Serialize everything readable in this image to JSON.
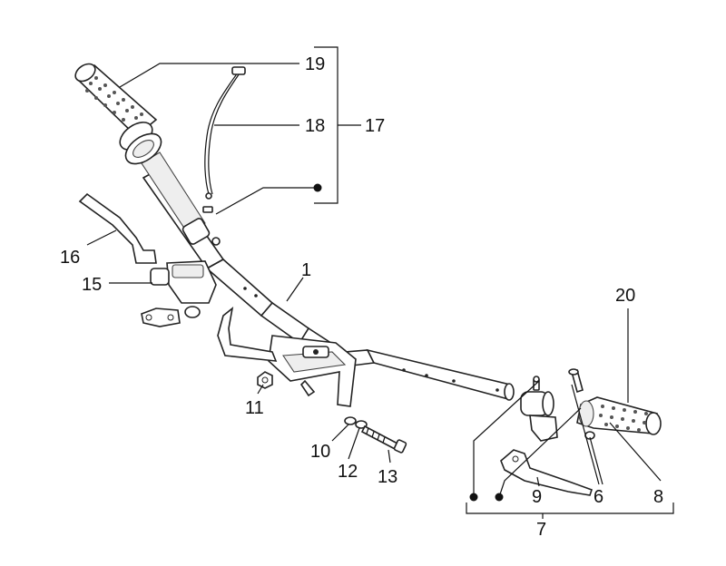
{
  "callouts": {
    "c1": "1",
    "c6": "6",
    "c7": "7",
    "c8": "8",
    "c9": "9",
    "c10": "10",
    "c11": "11",
    "c12": "12",
    "c13": "13",
    "c15": "15",
    "c16": "16",
    "c17": "17",
    "c18": "18",
    "c19": "19",
    "c20": "20"
  }
}
